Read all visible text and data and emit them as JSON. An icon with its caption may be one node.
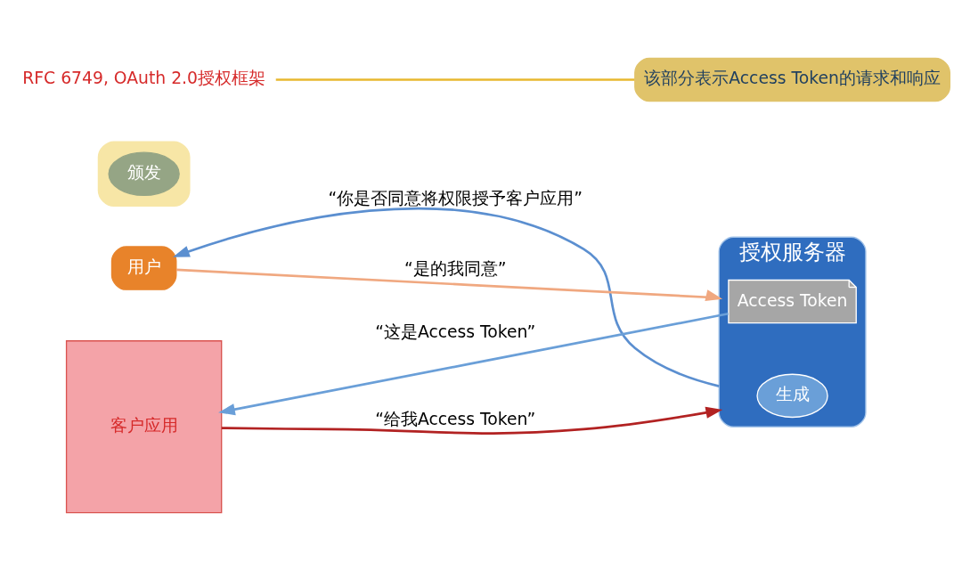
{
  "diagram": {
    "nodes": [
      {
        "text": [
          "用户"
        ]
      },
      {
        "text": [
          "授权服务器"
        ]
      },
      {
        "text": [
          "生成"
        ],
        "in": 1
      },
      {
        "text": [
          "Access Token"
        ],
        "in": 1
      },
      {
        "text": [
          "客户应用"
        ]
      },
      {
        "text": [],
        "shape": "ellipse"
      },
      {
        "text": [
          "颁发"
        ],
        "in": 5
      },
      {
        "text": [
          "该部分表示Access Token的请求和响应"
        ]
      },
      {
        "text": [
          "RFC 6749, OAuth 2.0授权框架"
        ]
      }
    ],
    "edges": [
      {
        "from": 1,
        "to": 0,
        "arrow": "to",
        "label": "“你是否同意将权限授予客户应用”",
        "color": "#5b8fd0"
      },
      {
        "from": 0,
        "to": 1,
        "arrow": "to",
        "label": "“是的我同意”",
        "color": "#f0a880"
      },
      {
        "from": 4,
        "to": 1,
        "arrow": "to",
        "label": "“给我Access Token”",
        "color": "#b22222"
      },
      {
        "from": 3,
        "to": 4,
        "arrow": "to",
        "label": "“这是Access Token”",
        "color": "#6a9fd8"
      },
      {
        "from": 8,
        "to": 7,
        "arrow": "none",
        "color": "#e8b830"
      }
    ]
  }
}
